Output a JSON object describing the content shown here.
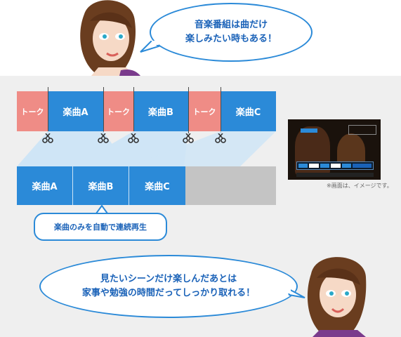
{
  "top_bubble": {
    "line1": "音楽番組は曲だけ",
    "line2": "楽しみたい時もある！"
  },
  "timeline": [
    "トーク",
    "楽曲A",
    "トーク",
    "楽曲B",
    "トーク",
    "楽曲C"
  ],
  "playback": [
    "楽曲A",
    "楽曲B",
    "楽曲C"
  ],
  "caption": "楽曲のみを自動で連続再生",
  "tv_note": "※画面は、イメージです。",
  "bottom_bubble": {
    "line1": "見たいシーンだけ楽しんだあとは",
    "line2": "家事や勉強の時間だってしっかり取れる！"
  },
  "colors": {
    "accent": "#2b8ad8",
    "talk": "#ef8c86",
    "gray": "#c4c4c4"
  }
}
